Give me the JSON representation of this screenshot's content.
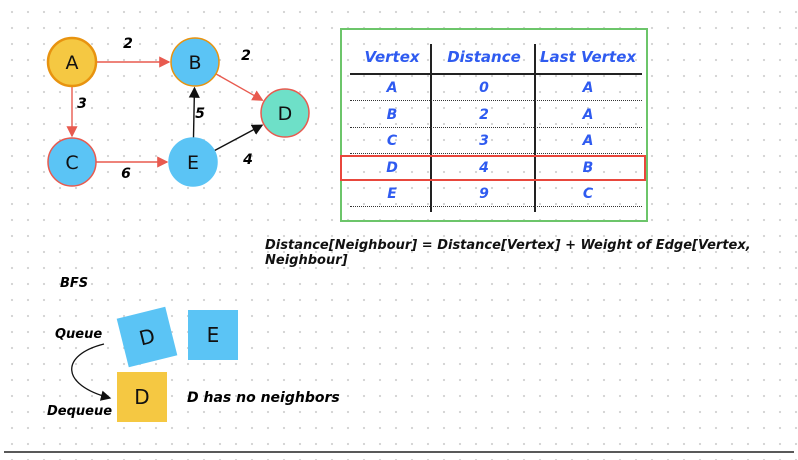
{
  "graph": {
    "nodes": [
      {
        "id": "A",
        "fill": "#f5c842",
        "stroke": "#e8930f"
      },
      {
        "id": "B",
        "fill": "#5bc4f5",
        "stroke": "#e8930f"
      },
      {
        "id": "C",
        "fill": "#5bc4f5",
        "stroke": "#e85a4f"
      },
      {
        "id": "D",
        "fill": "#6ee0c8",
        "stroke": "#e85a4f"
      },
      {
        "id": "E",
        "fill": "#5bc4f5",
        "stroke": "#5bc4f5"
      }
    ],
    "edges": [
      {
        "from": "A",
        "to": "B",
        "weight": "2",
        "color": "#e85a4f"
      },
      {
        "from": "A",
        "to": "C",
        "weight": "3",
        "color": "#e85a4f"
      },
      {
        "from": "B",
        "to": "D",
        "weight": "2",
        "color": "#e85a4f"
      },
      {
        "from": "C",
        "to": "E",
        "weight": "6",
        "color": "#e85a4f"
      },
      {
        "from": "E",
        "to": "B",
        "weight": "5",
        "color": "#111111"
      },
      {
        "from": "E",
        "to": "D",
        "weight": "4",
        "color": "#111111"
      }
    ]
  },
  "table": {
    "headers": [
      "Vertex",
      "Distance",
      "Last Vertex"
    ],
    "rows": [
      [
        "A",
        "0",
        "A"
      ],
      [
        "B",
        "2",
        "A"
      ],
      [
        "C",
        "3",
        "A"
      ],
      [
        "D",
        "4",
        "B"
      ],
      [
        "E",
        "9",
        "C"
      ]
    ],
    "highlight_row": 3
  },
  "formula": "Distance[Neighbour] = Distance[Vertex] + Weight of Edge[Vertex, Neighbour]",
  "bfs": {
    "title": "BFS",
    "queue_label": "Queue",
    "dequeue_label": "Dequeue",
    "queue": [
      "D",
      "E"
    ],
    "dequeued": "D",
    "note": "D has no neighbors"
  }
}
